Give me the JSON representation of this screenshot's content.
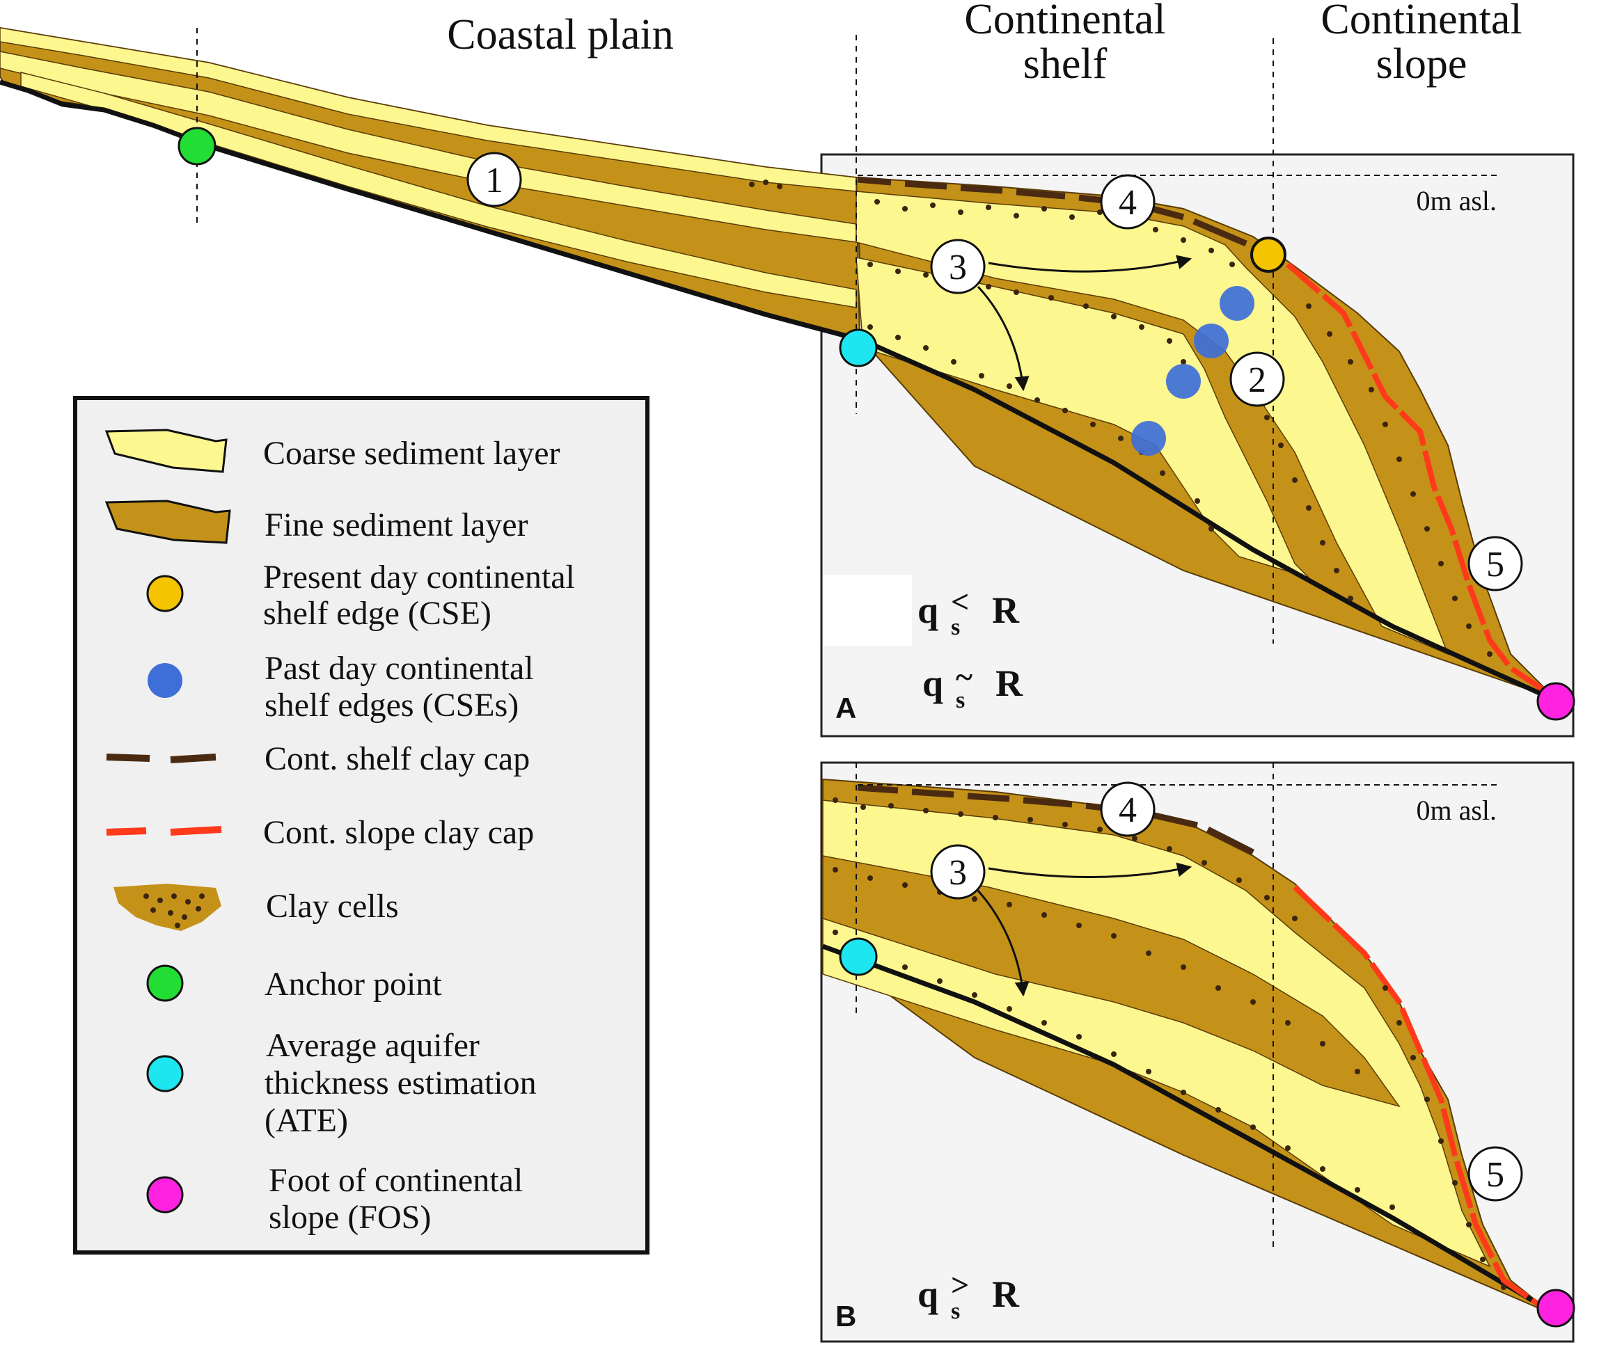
{
  "zones": {
    "coastal_plain": "Coastal plain",
    "continental_shelf": [
      "Continental",
      "shelf"
    ],
    "continental_slope": [
      "Continental",
      "slope"
    ]
  },
  "sea_level_label": "0m asl.",
  "numbers": [
    "1",
    "2",
    "3",
    "4",
    "5"
  ],
  "panel_a": {
    "letter": "A",
    "eq1": {
      "q": "q",
      "sub": "s",
      "rel": "<",
      "r": "R"
    },
    "eq2": {
      "q": "q",
      "sub": "s",
      "rel": "~",
      "r": "R"
    }
  },
  "panel_b": {
    "letter": "B",
    "eq": {
      "q": "q",
      "sub": "s",
      "rel": ">",
      "r": "R"
    }
  },
  "legend": {
    "items": [
      {
        "label": [
          "Coarse sediment layer"
        ]
      },
      {
        "label": [
          "Fine sediment layer"
        ]
      },
      {
        "label": [
          "Present day continental",
          "shelf edge (CSE)"
        ]
      },
      {
        "label": [
          "Past day continental",
          "shelf edges (CSEs)"
        ]
      },
      {
        "label": [
          "Cont. shelf clay cap"
        ]
      },
      {
        "label": [
          "Cont. slope clay cap"
        ]
      },
      {
        "label": [
          "Clay cells"
        ]
      },
      {
        "label": [
          "Anchor point"
        ]
      },
      {
        "label": [
          "Average aquifer",
          "thickness estimation",
          "(ATE)"
        ]
      },
      {
        "label": [
          "Foot of continental",
          "slope (FOS)"
        ]
      }
    ]
  },
  "colors": {
    "coarse": "#fdf78f",
    "fine": "#c49218",
    "clay_dot": "#3b2410",
    "shelf_cap": "#4a2a10",
    "slope_cap": "#ff3a1a",
    "cse_present": "#f5c400",
    "cse_past": "#3e6fd8",
    "anchor": "#22dd33",
    "ate": "#1ee6f0",
    "fos": "#ff22e0",
    "panel_bg": "#f4f4f4"
  }
}
